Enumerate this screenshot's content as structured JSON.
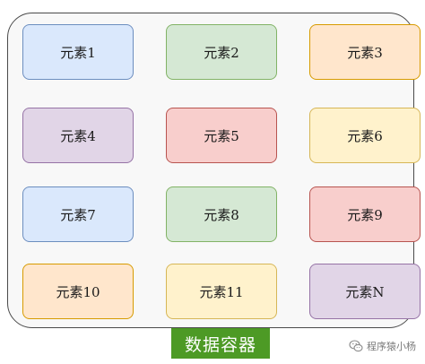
{
  "container": {
    "label": "数据容器",
    "elements": [
      {
        "label": "元素1",
        "color": "blue"
      },
      {
        "label": "元素2",
        "color": "green"
      },
      {
        "label": "元素3",
        "color": "orange"
      },
      {
        "label": "元素4",
        "color": "purple"
      },
      {
        "label": "元素5",
        "color": "red"
      },
      {
        "label": "元素6",
        "color": "yellow"
      },
      {
        "label": "元素7",
        "color": "blue"
      },
      {
        "label": "元素8",
        "color": "green"
      },
      {
        "label": "元素9",
        "color": "red"
      },
      {
        "label": "元素10",
        "color": "orange"
      },
      {
        "label": "元素11",
        "color": "yellow"
      },
      {
        "label": "元素N",
        "color": "purple"
      }
    ]
  },
  "watermark": {
    "text": "程序猿小杨",
    "icon": "wechat-icon"
  },
  "colors": {
    "blue": "#dae8fc",
    "green": "#d5e8d4",
    "orange": "#ffe6cc",
    "purple": "#e1d5e7",
    "red": "#f8cecc",
    "yellow": "#fff2cc",
    "label_bg": "#4d9a25"
  }
}
